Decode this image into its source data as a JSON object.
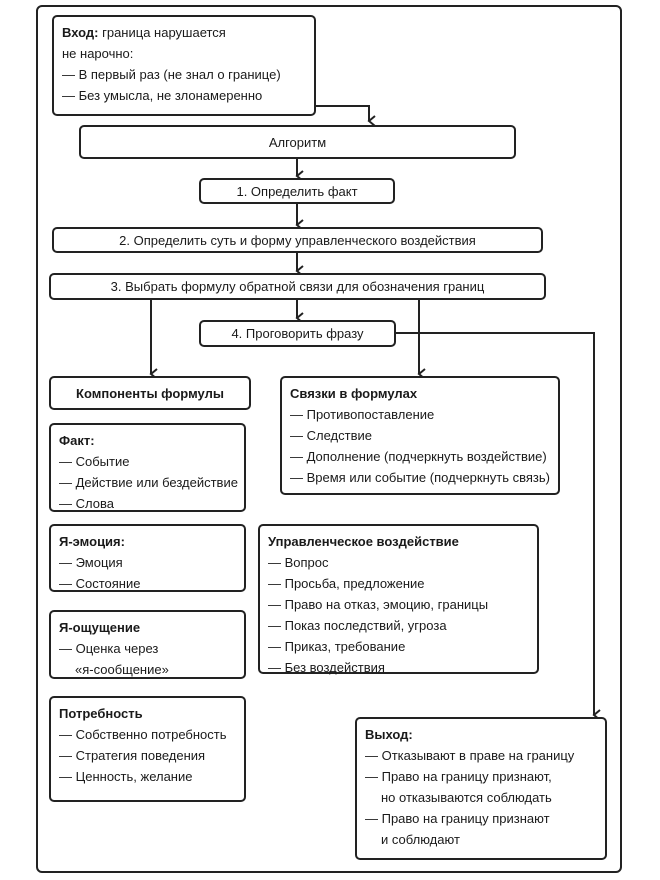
{
  "input": {
    "title": "Вход:",
    "title_rest": "граница нарушается",
    "lines": [
      "не нарочно:",
      "— В первый раз (не знал о границе)",
      "— Без умысла, не злонамеренно"
    ]
  },
  "algorithm": {
    "label": "Алгоритм"
  },
  "steps": [
    "1. Определить факт",
    "2. Определить суть и форму управленческого воздействия",
    "3. Выбрать формулу обратной связи для обозначения границ",
    "4. Проговорить фразу"
  ],
  "components": {
    "title": "Компоненты формулы"
  },
  "links": {
    "title": "Связки в формулах",
    "items": [
      "— Противопоставление",
      "— Следствие",
      "— Дополнение (подчеркнуть воздействие)",
      "— Время или событие (подчеркнуть связь)"
    ]
  },
  "fact": {
    "title": "Факт:",
    "items": [
      "— Событие",
      "— Действие или бездействие",
      "— Слова"
    ]
  },
  "emotion": {
    "title": "Я-эмоция:",
    "items": [
      "— Эмоция",
      "— Состояние"
    ]
  },
  "sensation": {
    "title": "Я-ощущение",
    "items": [
      "— Оценка через",
      "«я-сообщение»"
    ]
  },
  "need": {
    "title": "Потребность",
    "items": [
      "— Собственно потребность",
      "— Стратегия поведения",
      "— Ценность, желание"
    ]
  },
  "impact": {
    "title": "Управленческое воздействие",
    "items": [
      "— Вопрос",
      "— Просьба, предложение",
      "— Право на отказ, эмоцию, границы",
      "— Показ последствий, угроза",
      "— Приказ, требование",
      "— Без воздействия"
    ]
  },
  "output": {
    "title": "Выход:",
    "items": [
      "— Отказывают в праве на границу",
      "— Право на границу признают,",
      "но отказываются соблюдать",
      "— Право на границу признают",
      "и соблюдают"
    ]
  }
}
